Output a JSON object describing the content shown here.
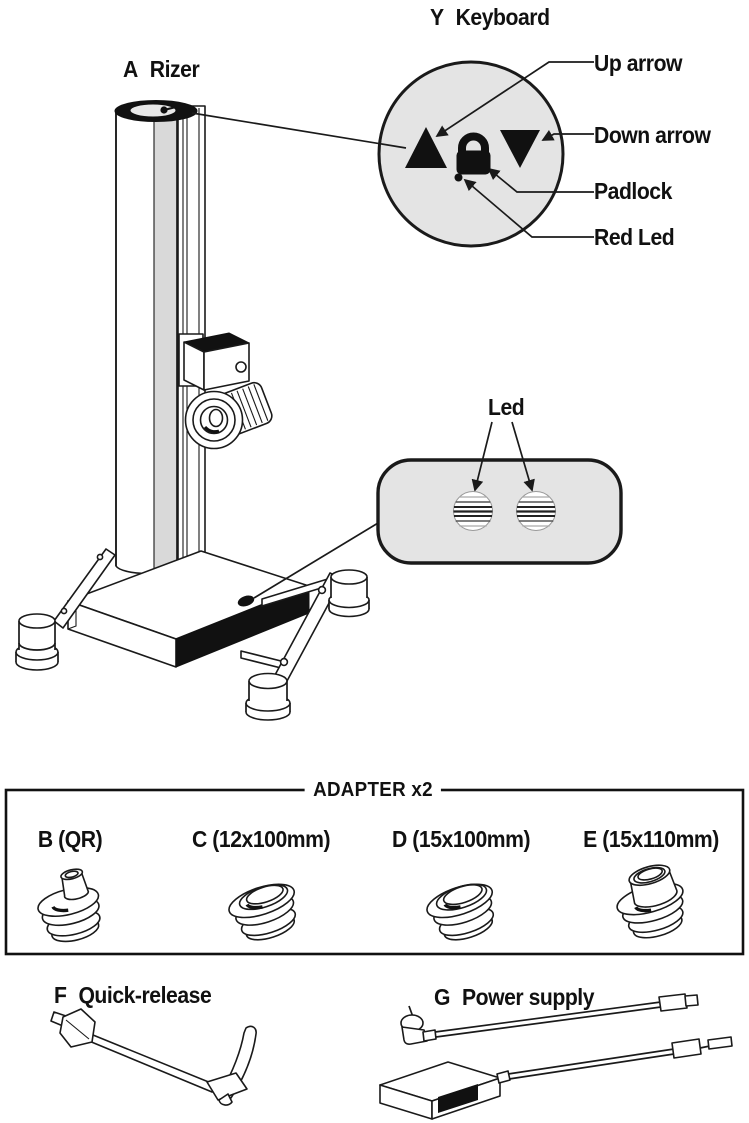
{
  "figure": {
    "colors": {
      "line": "#1a1a1a",
      "callout_fill": "#e4e4e4",
      "dark_fill": "#111111"
    },
    "keyboard_callout": {
      "prefix": "Y",
      "title": "Keyboard",
      "labels": {
        "up": "Up arrow",
        "down": "Down arrow",
        "padlock": "Padlock",
        "red_led": "Red Led"
      }
    },
    "rizer": {
      "prefix": "A",
      "title": "Rizer"
    },
    "led_callout": {
      "label": "Led"
    },
    "adapter_box": {
      "title": "ADAPTER x2",
      "items": [
        {
          "prefix": "B",
          "spec": "(QR)"
        },
        {
          "prefix": "C",
          "spec": "(12x100mm)"
        },
        {
          "prefix": "D",
          "spec": "(15x100mm)"
        },
        {
          "prefix": "E",
          "spec": "(15x110mm)"
        }
      ]
    },
    "quick_release": {
      "prefix": "F",
      "title": "Quick-release"
    },
    "power_supply": {
      "prefix": "G",
      "title": "Power supply"
    }
  }
}
